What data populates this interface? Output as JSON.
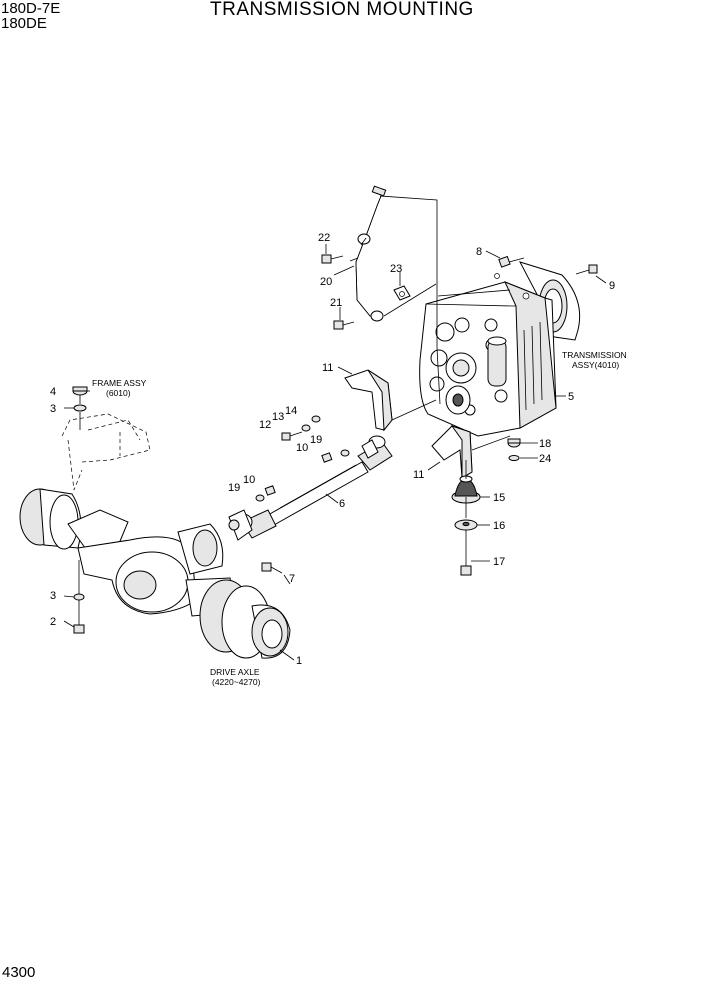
{
  "header": {
    "model_line1": "180D-7E",
    "model_line2": "180DE",
    "title": "TRANSMISSION MOUNTING"
  },
  "footer": {
    "page": "4300"
  },
  "callouts": {
    "frame_assy": [
      "FRAME ASSY",
      "(6010)"
    ],
    "transmission_assy": [
      "TRANSMISSION",
      "ASSY(4010)"
    ],
    "drive_axle": [
      "DRIVE AXLE",
      "(4220~4270)"
    ]
  },
  "part_numbers": {
    "n1": "1",
    "n2": "2",
    "n3a": "3",
    "n3b": "3",
    "n4": "4",
    "n5": "5",
    "n6": "6",
    "n7": "7",
    "n8": "8",
    "n9": "9",
    "n10a": "10",
    "n10b": "10",
    "n11a": "11",
    "n11b": "11",
    "n12": "12",
    "n13": "13",
    "n14": "14",
    "n15": "15",
    "n16": "16",
    "n17": "17",
    "n18": "18",
    "n19a": "19",
    "n19b": "19",
    "n20": "20",
    "n21": "21",
    "n22": "22",
    "n23": "23",
    "n24": "24"
  }
}
